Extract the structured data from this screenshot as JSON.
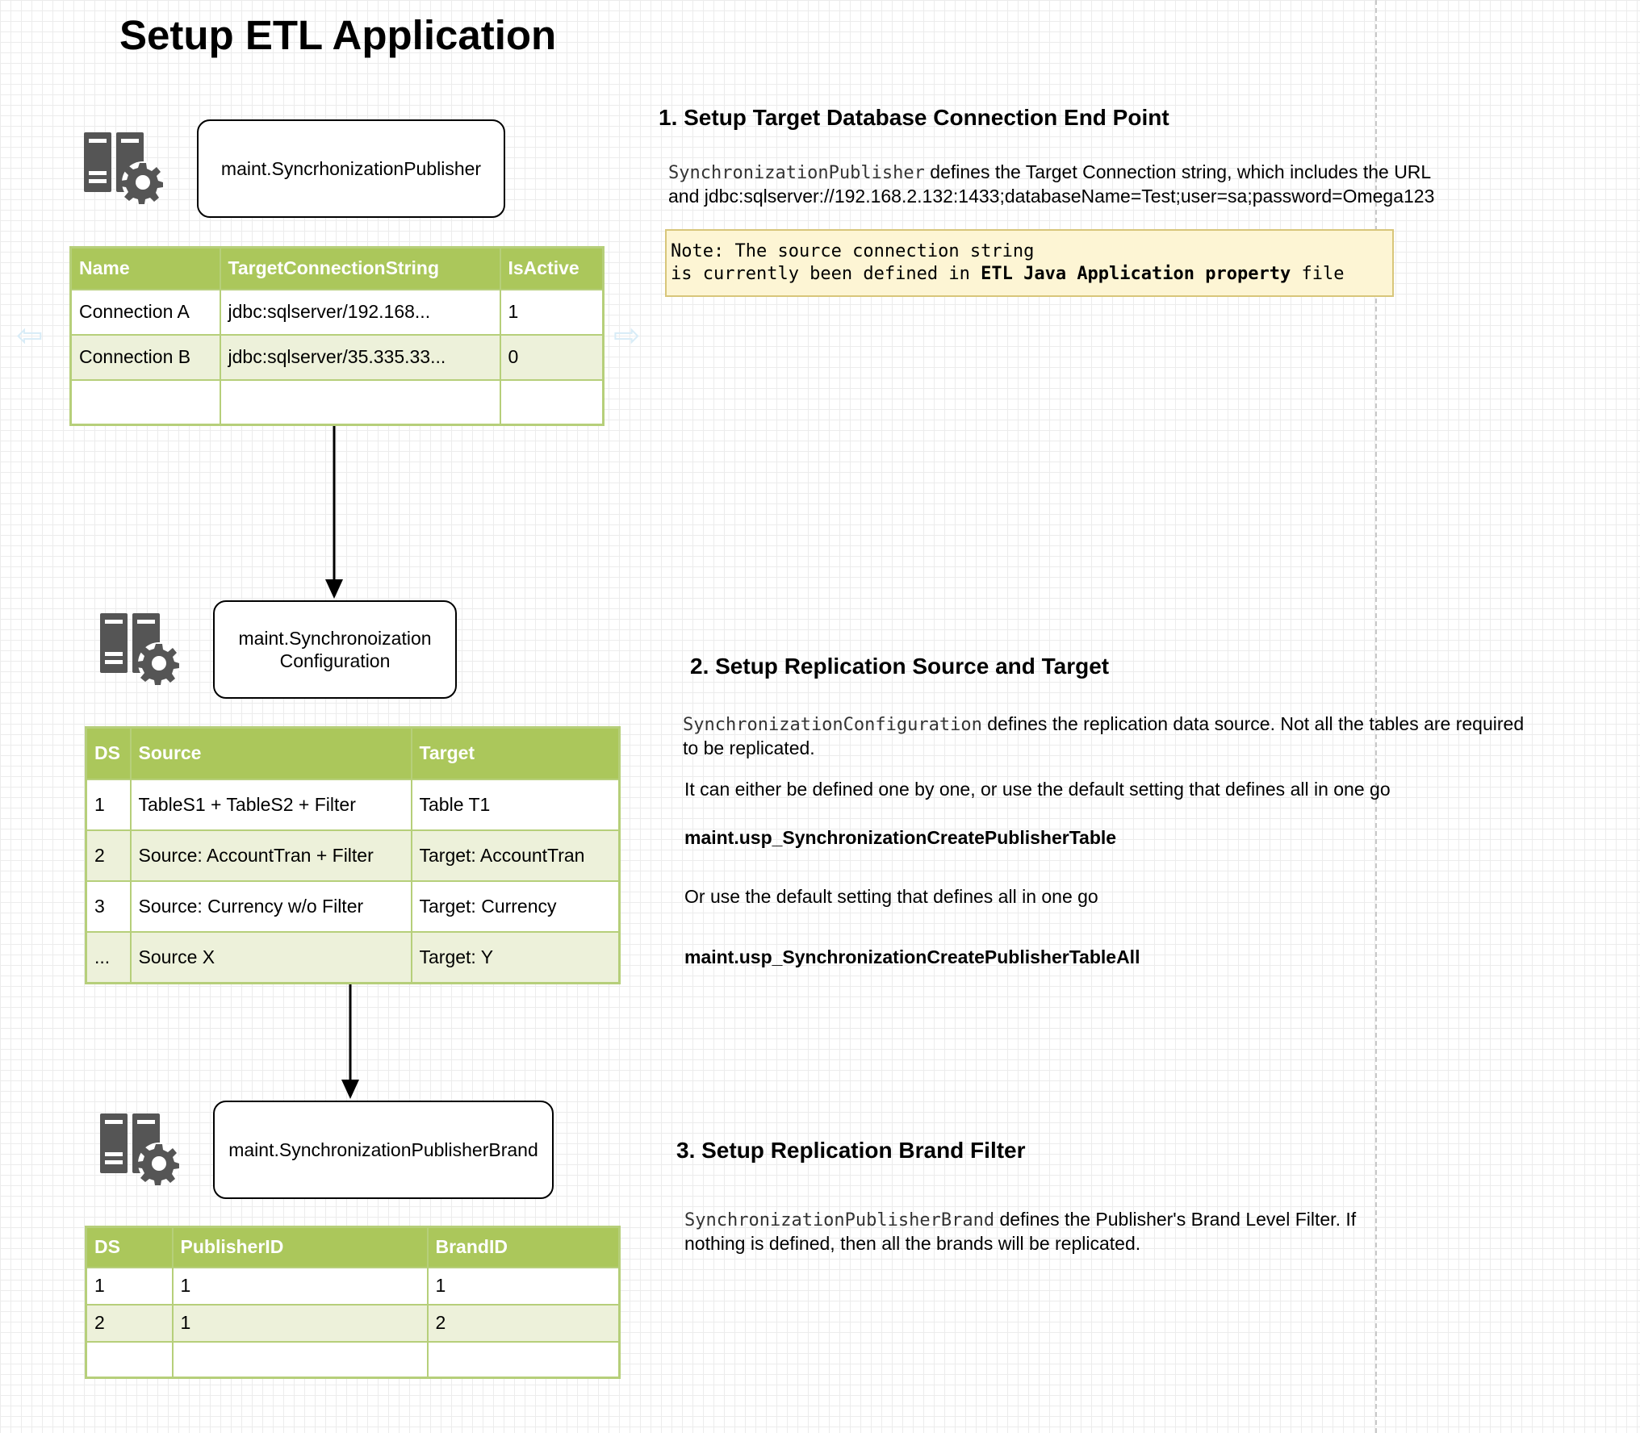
{
  "title": "Setup ETL Application",
  "step1": {
    "heading": "1. Setup Target Database Connection End Point",
    "desc_code": "SynchronizationPublisher",
    "desc_text": " defines the Target Connection string, which includes the URL",
    "desc_line2": "and jdbc:sqlserver://192.168.2.132:1433;databaseName=Test;user=sa;password=Omega123",
    "note_line1": "Note: The source connection string",
    "note_prefix": "is currently been defined in ",
    "note_bold": "ETL Java Application property",
    "note_suffix": " file",
    "entity_label": "maint.SyncrhonizationPublisher",
    "table": {
      "headers": [
        "Name",
        "TargetConnectionString",
        "IsActive"
      ],
      "rows": [
        [
          "Connection A",
          "jdbc:sqlserver/192.168...",
          "1"
        ],
        [
          "Connection B",
          "jdbc:sqlserver/35.335.33...",
          "0"
        ],
        [
          "",
          "",
          ""
        ]
      ]
    }
  },
  "step2": {
    "heading": "2. Setup Replication Source and Target",
    "desc_code": "SynchronizationConfiguration",
    "desc_text": " defines the replication data source. Not all the tables are required",
    "desc_line2": "to be replicated.",
    "para1": "It can either be defined one by one, or use the default setting that defines all in one go",
    "proc1": "maint.usp_SynchronizationCreatePublisherTable",
    "para2": "Or use the default setting that defines all in one go",
    "proc2": "maint.usp_SynchronizationCreatePublisherTableAll",
    "entity_label_line1": "maint.Synchronoization",
    "entity_label_line2": "Configuration",
    "table": {
      "headers": [
        "DS",
        "Source",
        "Target"
      ],
      "rows": [
        [
          "1",
          "TableS1 + TableS2 + Filter",
          "Table T1"
        ],
        [
          "2",
          "Source: AccountTran + Filter",
          "Target: AccountTran"
        ],
        [
          "3",
          "Source: Currency w/o Filter",
          "Target: Currency"
        ],
        [
          "...",
          "Source X",
          "Target: Y"
        ]
      ]
    }
  },
  "step3": {
    "heading": "3. Setup Replication Brand Filter",
    "desc_code": "SynchronizationPublisherBrand",
    "desc_text": " defines the Publisher's Brand Level Filter. If",
    "desc_line2": "nothing is defined, then all the brands will be replicated.",
    "entity_label": "maint.SynchronizationPublisherBrand",
    "table": {
      "headers": [
        "DS",
        "PublisherID",
        "BrandID"
      ],
      "rows": [
        [
          "1",
          "1",
          "1"
        ],
        [
          "2",
          "1",
          "2"
        ],
        [
          "",
          "",
          ""
        ]
      ]
    }
  },
  "icons": {
    "database": "database-server-gear-icon"
  },
  "colors": {
    "table_header": "#abc75b",
    "table_alt_row": "#edf1da",
    "table_border": "#b6cf7a",
    "note_bg": "#fdf5d4"
  }
}
